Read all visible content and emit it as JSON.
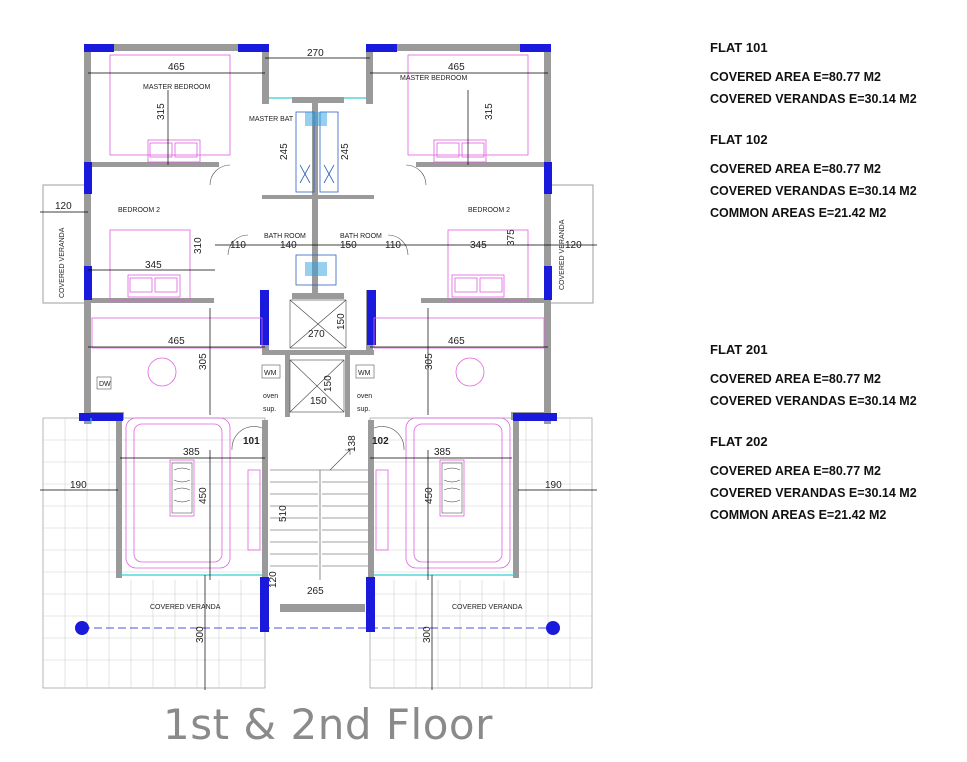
{
  "plan": {
    "rooms": {
      "master_bedroom_left": "MASTER BEDROOM",
      "master_bedroom_right": "MASTER BEDROOM",
      "master_bath": "MASTER BAT",
      "bedroom2_left": "BEDROOM 2",
      "bedroom2_right": "BEDROOM 2",
      "bathroom_left": "BATH ROOM",
      "bathroom_right": "BATH ROOM",
      "covered_veranda_left_side": "COVERED VERANDA",
      "covered_veranda_right_side": "COVERED VERANDA",
      "covered_veranda_bottom_left": "COVERED VERANDA",
      "covered_veranda_bottom_right": "COVERED VERANDA"
    },
    "fixtures": {
      "dw": "DW",
      "wm_left": "WM",
      "wm_right": "WM",
      "oven_left": "oven",
      "oven_right": "oven",
      "sup_left": "sup.",
      "sup_right": "sup."
    },
    "flat_numbers": {
      "left": "101",
      "right": "102"
    },
    "dimensions": {
      "top_gap": "270",
      "top_left_width": "465",
      "top_right_width": "465",
      "mb_left_depth": "315",
      "mb_right_depth": "315",
      "bath_left_h": "245",
      "bath_right_h": "245",
      "left_veranda_w": "120",
      "right_veranda_w": "120",
      "bed2_left_w": "345",
      "bed2_right_w": "345",
      "bed2_left_d": "310",
      "bed2_right_d": "375",
      "hall_left": "110",
      "bath_w": "140",
      "bath_mid": "150",
      "hall_right": "110",
      "stair_top": "270",
      "stair_side": "150",
      "kitchen_left_w": "465",
      "kitchen_right_w": "465",
      "kitchen_left_d": "305",
      "kitchen_right_d": "305",
      "lift_w": "150",
      "lift_d": "150",
      "living_left_w": "385",
      "living_right_w": "385",
      "entry_d": "138",
      "side_left": "190",
      "side_right": "190",
      "living_left_d": "450",
      "living_right_d": "450",
      "stair_len": "510",
      "landing": "120",
      "stair_w": "265",
      "veranda_left_d": "300",
      "veranda_right_d": "300"
    }
  },
  "legend": [
    {
      "title": "FLAT 101",
      "lines": [
        "COVERED AREA E=80.77 M2",
        "COVERED VERANDAS E=30.14 M2"
      ]
    },
    {
      "title": "FLAT 102",
      "lines": [
        "COVERED AREA E=80.77 M2",
        "COVERED VERANDAS E=30.14 M2",
        "COMMON AREAS E=21.42 M2"
      ]
    },
    {
      "title": "FLAT 201",
      "lines": [
        "COVERED AREA E=80.77 M2",
        "COVERED VERANDAS E=30.14 M2"
      ]
    },
    {
      "title": "FLAT 202",
      "lines": [
        "COVERED AREA E=80.77 M2",
        "COVERED VERANDAS E=30.14 M2",
        "COMMON AREAS E=21.42 M2"
      ]
    }
  ],
  "floor_title": "1st & 2nd Floor",
  "colors": {
    "wall": "#9a9a9a",
    "column": "#1a1adc",
    "furniture": "#e060e0",
    "glass": "#30d0d0",
    "dim": "#000000",
    "title": "#8a8a8a"
  }
}
